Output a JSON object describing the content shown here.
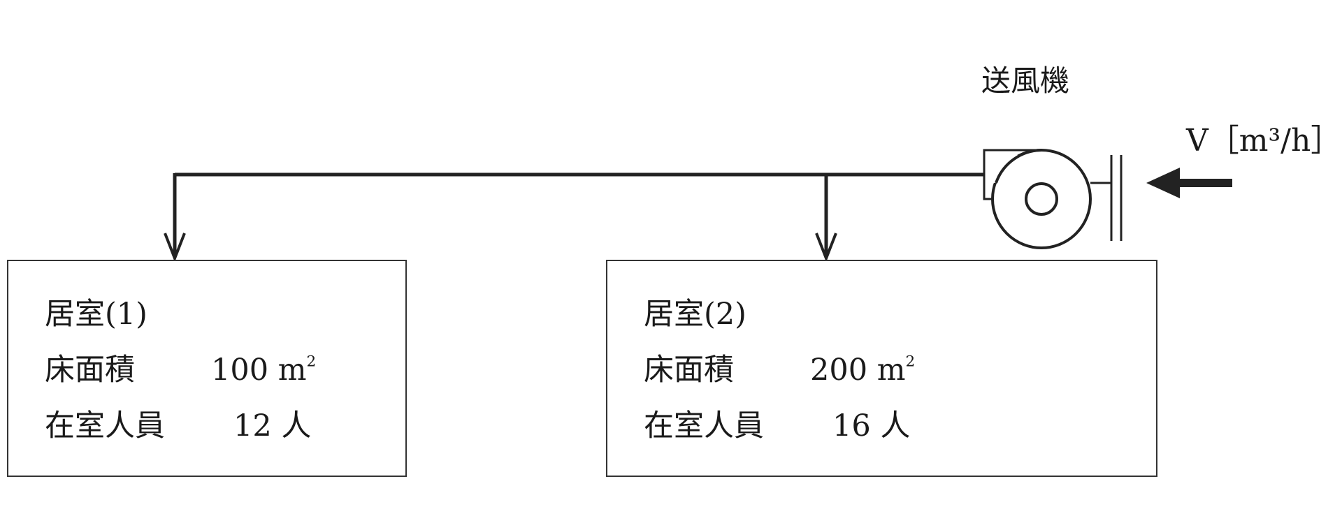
{
  "fan": {
    "label": "送風機"
  },
  "airflow": {
    "label": "V［m³/h］"
  },
  "rooms": [
    {
      "name": "居室(1)",
      "area_label": "床面積",
      "area_value": "100 m",
      "area_exp": "2",
      "people_label": "在室人員",
      "people_value": "12 人"
    },
    {
      "name": "居室(2)",
      "area_label": "床面積",
      "area_value": "200 m",
      "area_exp": "2",
      "people_label": "在室人員",
      "people_value": "16 人"
    }
  ]
}
